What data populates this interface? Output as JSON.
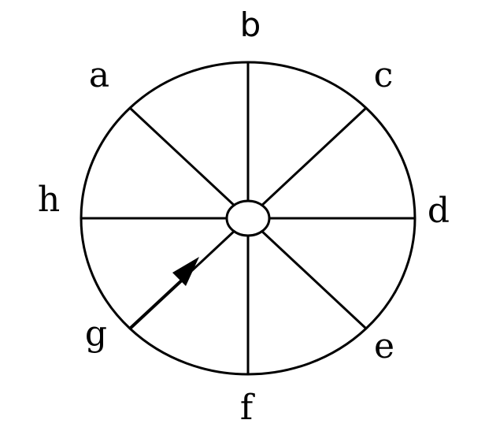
{
  "diagram": {
    "labels": {
      "a": "a",
      "b": "b",
      "c": "c",
      "d": "d",
      "e": "e",
      "f": "f",
      "g": "g",
      "h": "h"
    },
    "colors": {
      "stroke": "#000000",
      "background": "#ffffff",
      "hub_fill": "#ffffff"
    }
  }
}
